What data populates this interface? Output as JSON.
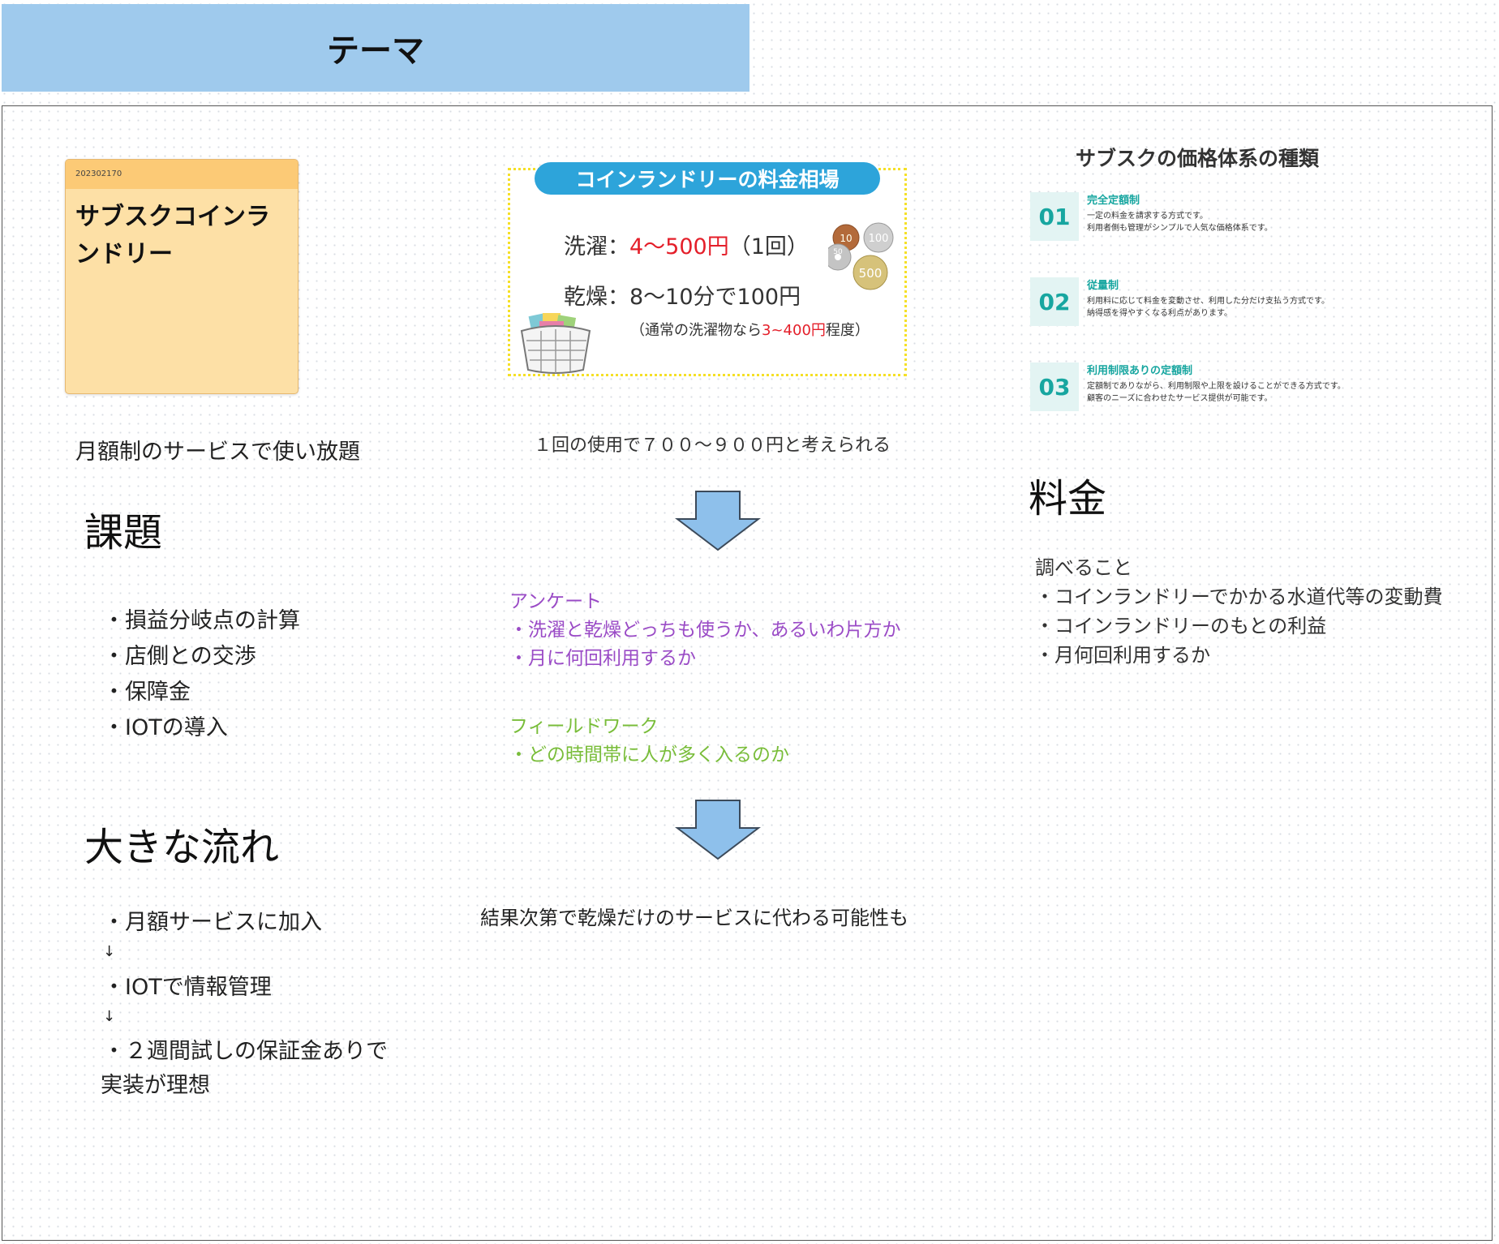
{
  "theme_header": "テーマ",
  "sticky": {
    "id": "202302170",
    "title": "サブスクコインランドリー"
  },
  "left": {
    "subtitle": "月額制のサービスで使い放題",
    "issues_heading": "課題",
    "issues": [
      "・損益分岐点の計算",
      "・店側との交渉",
      "・保障金",
      "・IOTの導入"
    ],
    "flow_heading": "大きな流れ",
    "flow": [
      "・月額サービスに加入",
      "↓",
      "・IOTで情報管理",
      "↓",
      "・２週間試しの保証金ありで",
      "実装が理想"
    ]
  },
  "coin_card": {
    "title": "コインランドリーの料金相場",
    "wash_label": "洗濯：",
    "wash_price": "4〜500円",
    "wash_unit": "（1回）",
    "dry_line": "乾燥：8〜10分で100円",
    "note_prefix": "（通常の洗濯物なら",
    "note_price": "3~400円",
    "note_suffix": "程度）",
    "coins": [
      "10",
      "100",
      "50",
      "500"
    ]
  },
  "middle": {
    "usage_estimate": "１回の使用で７００〜９００円と考えられる",
    "survey_heading": "アンケート",
    "survey_items": [
      "・洗濯と乾燥どっちも使うか、あるいわ片方か",
      "・月に何回利用するか"
    ],
    "field_heading": "フィールドワーク",
    "field_items": [
      "・どの時間帯に人が多く入るのか"
    ],
    "conclusion": "結果次第で乾燥だけのサービスに代わる可能性も"
  },
  "pricing": {
    "title": "サブスクの価格体系の種類",
    "items": [
      {
        "num": "01",
        "name": "完全定額制",
        "desc1": "一定の料金を請求する方式です。",
        "desc2": "利用者側も管理がシンプルで人気な価格体系です。"
      },
      {
        "num": "02",
        "name": "従量制",
        "desc1": "利用料に応じて料金を変動させ、利用した分だけ支払う方式です。",
        "desc2": "納得感を得やすくなる利点があります。"
      },
      {
        "num": "03",
        "name": "利用制限ありの定額制",
        "desc1": "定額制でありながら、利用制限や上限を設けることができる方式です。",
        "desc2": "顧客のニーズに合わせたサービス提供が可能です。"
      }
    ]
  },
  "right": {
    "fee_heading": "料金",
    "research_label": "調べること",
    "research_items": [
      "・コインランドリーでかかる水道代等の変動費",
      "・コインランドリーのもとの利益",
      "・月何回利用するか"
    ]
  },
  "colors": {
    "header": "#9fcaed",
    "arrow": "#8ec0eb",
    "sticky": "#fde0a6",
    "pill": "#2da4da",
    "teal": "#17a6a0",
    "purple": "#9a4bc6",
    "green": "#79bd3a",
    "red": "#e41f2a"
  },
  "icons": [
    "down-arrow-icon",
    "coin-icon",
    "laundry-basket-icon"
  ]
}
